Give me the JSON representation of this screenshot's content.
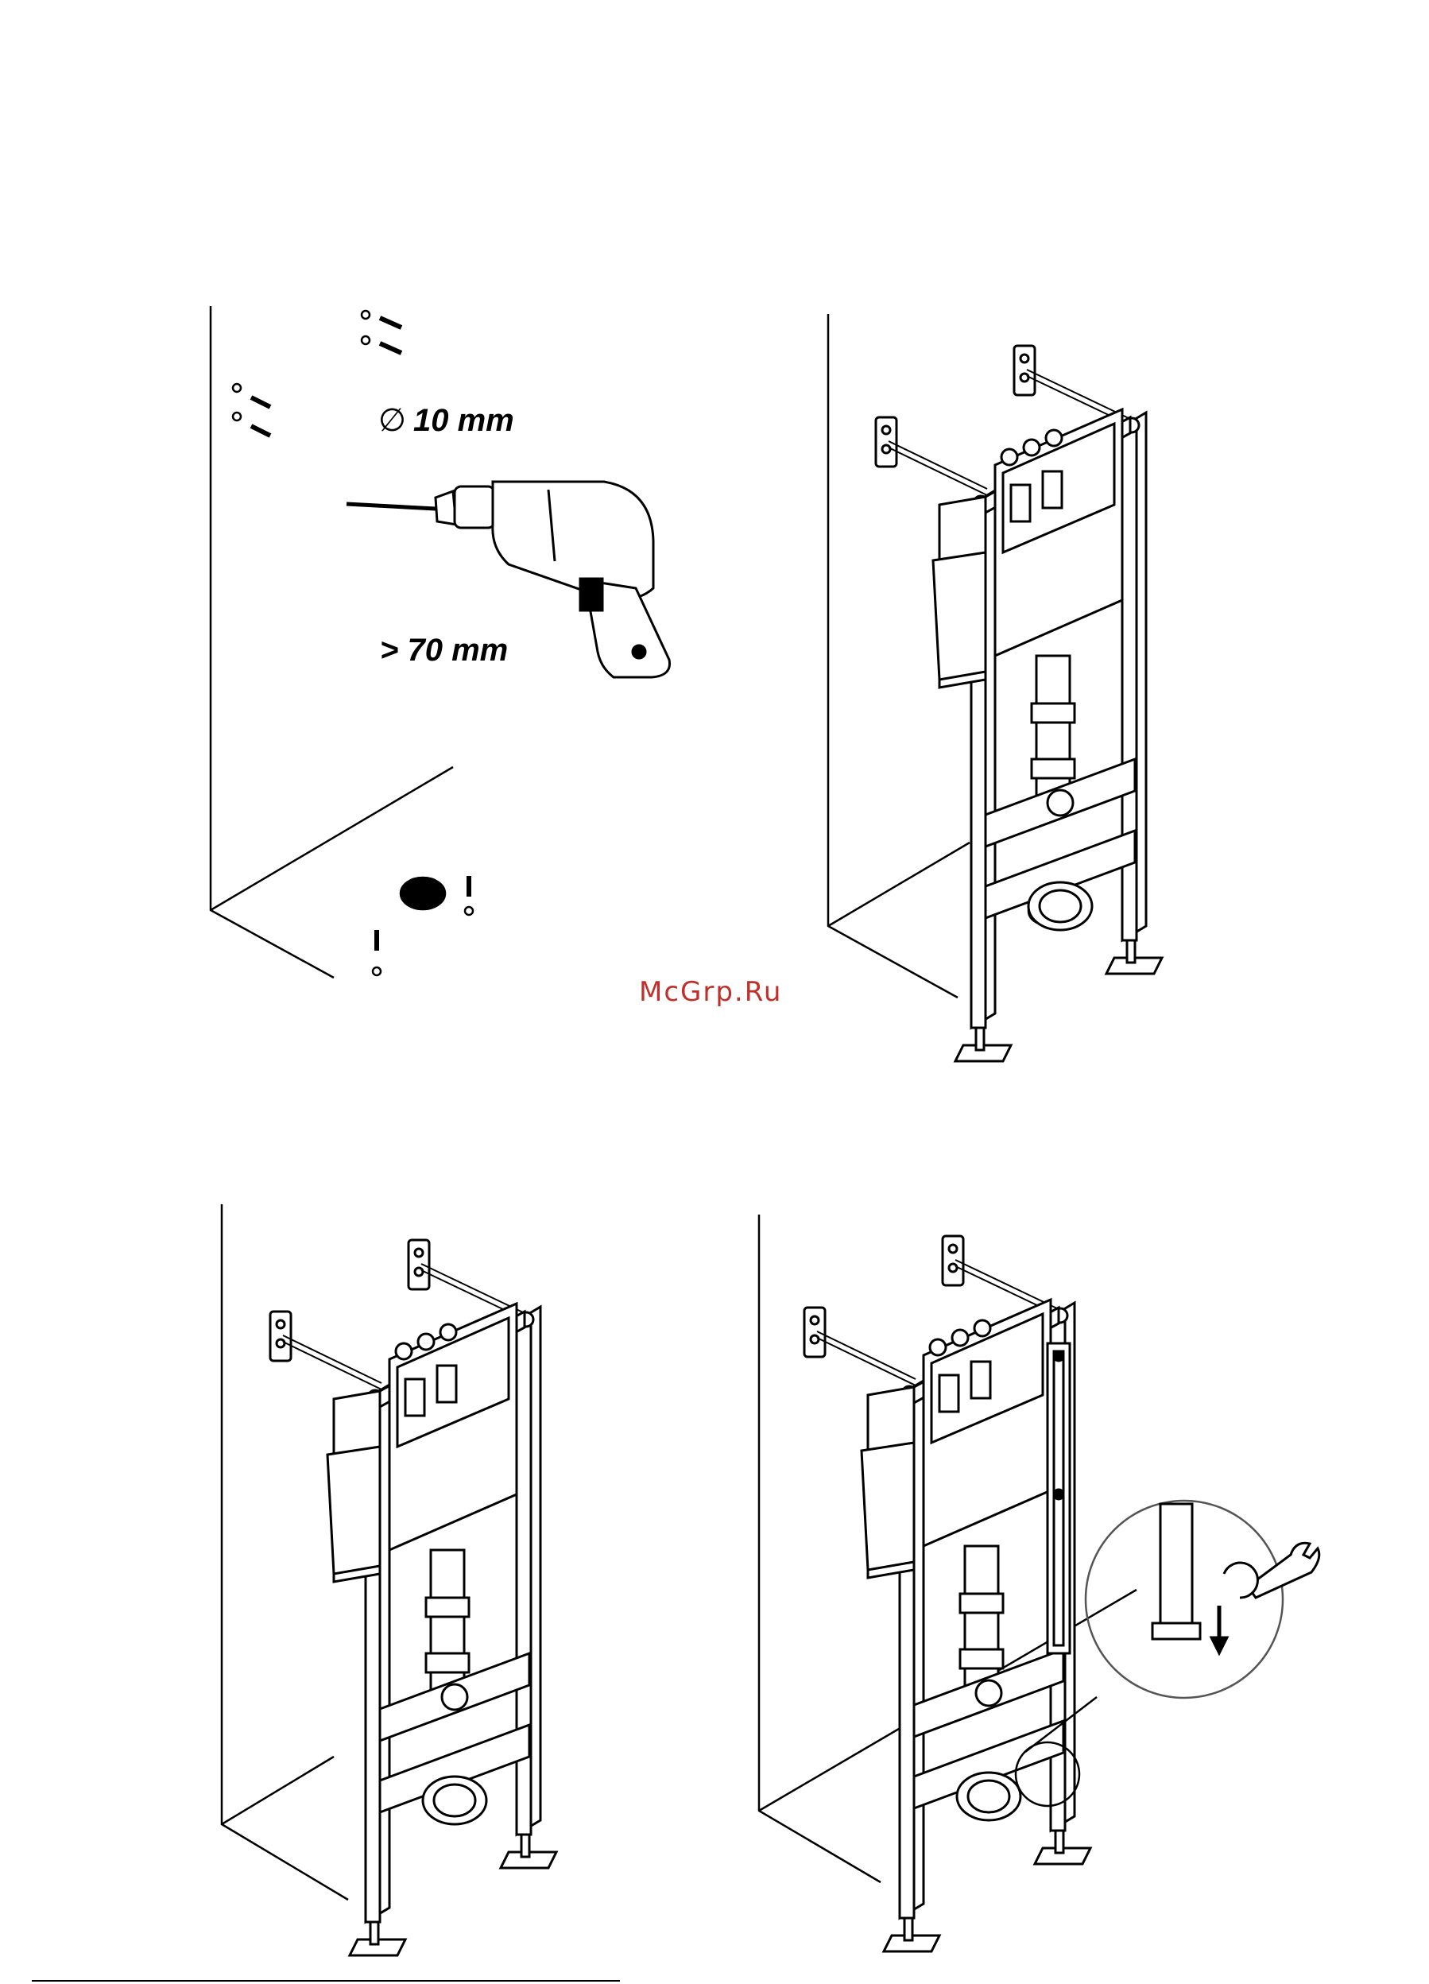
{
  "labels": {
    "diameter_symbol": "∅",
    "diameter": "10 mm",
    "depth": "> 70 mm",
    "watermark": "McGrp.Ru"
  },
  "panels": [
    {
      "name": "drill-step",
      "tool": "drill-icon"
    },
    {
      "name": "frame-placement-step",
      "tool": "frame-icon"
    },
    {
      "name": "frame-fixed-step",
      "tool": "frame-icon"
    },
    {
      "name": "leveling-step",
      "tool": "wrench-icon",
      "detail": "level-icon"
    }
  ],
  "colors": {
    "ink": "#000000",
    "watermark": "#c0302a",
    "paper": "#ffffff"
  }
}
